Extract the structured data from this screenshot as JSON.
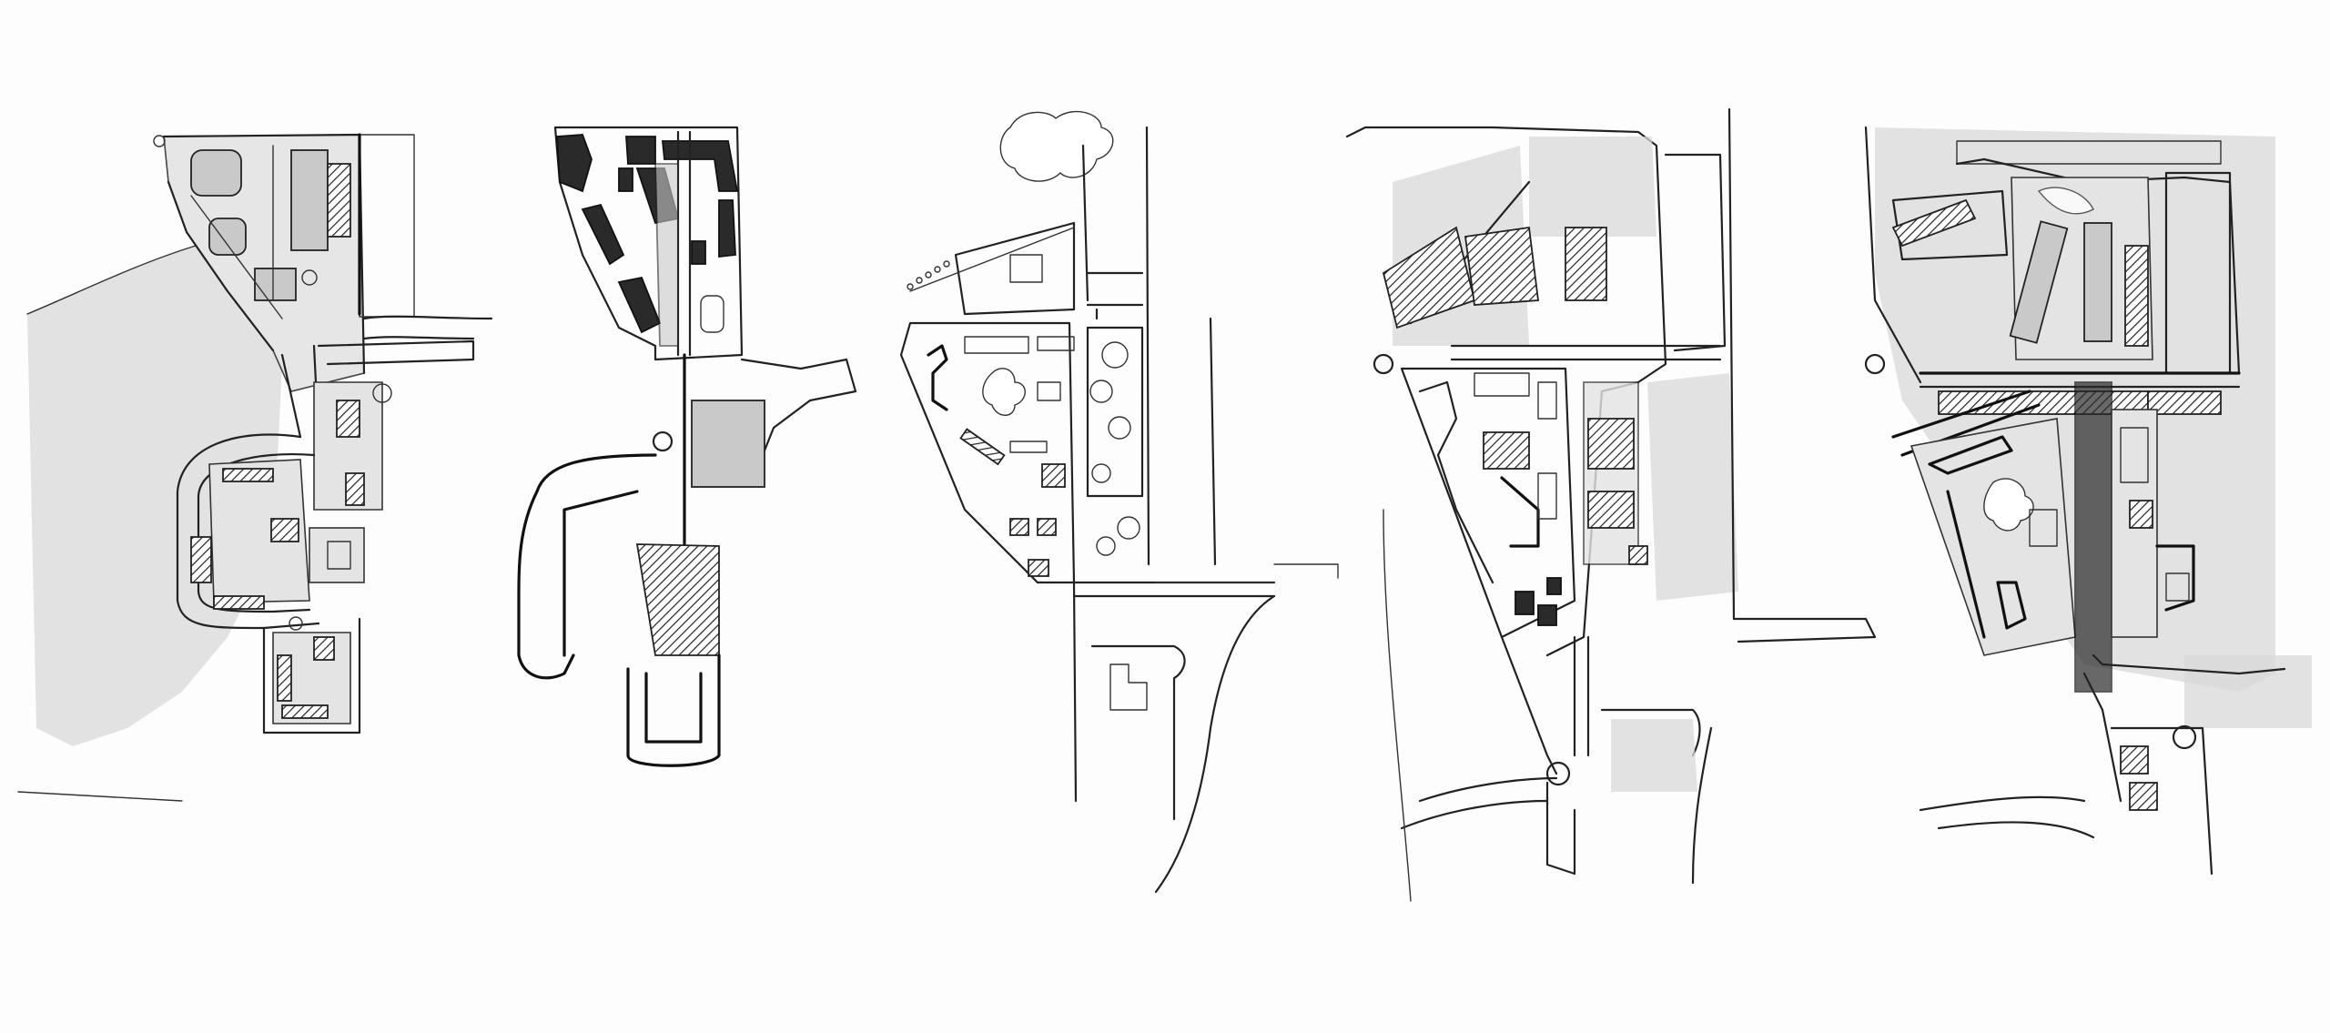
{
  "sketches": [
    {
      "id": "plan-1",
      "style": "shaded-site-plan"
    },
    {
      "id": "plan-2",
      "style": "massing-diagram"
    },
    {
      "id": "plan-3",
      "style": "landscape-plan"
    },
    {
      "id": "plan-4",
      "style": "linework-site-plan"
    },
    {
      "id": "plan-5",
      "style": "tonal-site-plan"
    }
  ],
  "colors": {
    "paper": "#fdfdfd",
    "ink": "#222222",
    "shade": "#d8d8d8",
    "solid": "#2a2a2a"
  }
}
